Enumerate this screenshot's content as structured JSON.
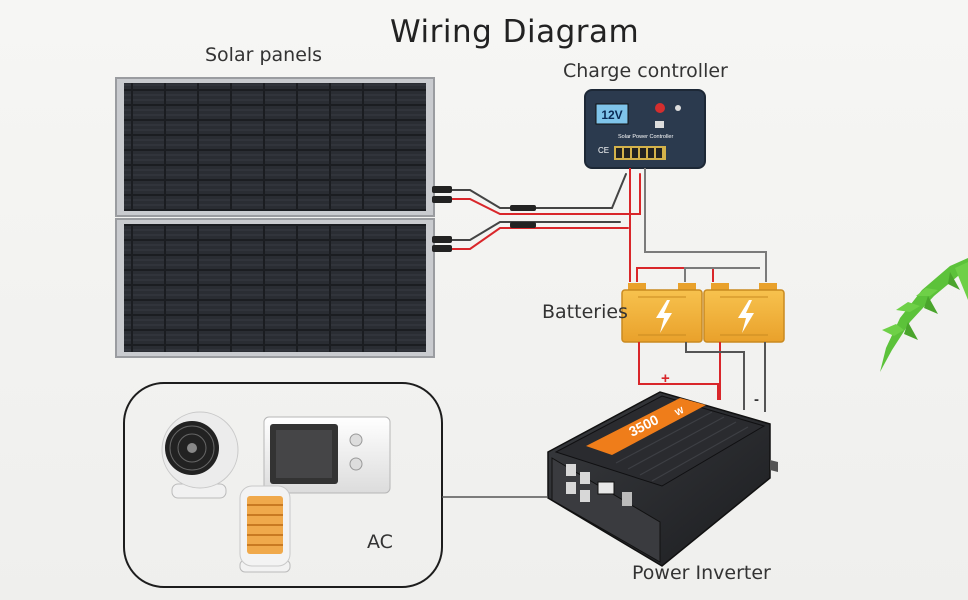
{
  "diagram": {
    "title": "Wiring  Diagram",
    "labels": {
      "solar_panels": "Solar panels",
      "charge_controller": "Charge controller",
      "batteries": "Batteries",
      "ac": "AC",
      "power_inverter": "Power Inverter"
    },
    "charge_controller": {
      "voltage": "12V",
      "name": "Solar Power Controller",
      "mark": "CE"
    },
    "inverter": {
      "model": "3500",
      "suffix": "W"
    },
    "battery_polarity": {
      "positive": "+",
      "negative": "-"
    },
    "colors": {
      "positive_wire": "#d9262a",
      "negative_wire": "#555555",
      "battery_body": "#f2b23a",
      "inverter_accent": "#ef7d1a",
      "plant": "#5cc23a"
    },
    "icons": [
      "lightning-icon",
      "fan-icon",
      "microwave-icon",
      "heater-icon",
      "plant-icon"
    ]
  }
}
